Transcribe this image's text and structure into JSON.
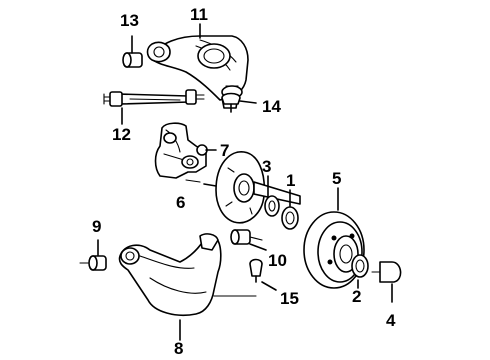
{
  "callouts": [
    {
      "key": "c1",
      "text": "1"
    },
    {
      "key": "c2",
      "text": "2"
    },
    {
      "key": "c3",
      "text": "3"
    },
    {
      "key": "c4",
      "text": "4"
    },
    {
      "key": "c5",
      "text": "5"
    },
    {
      "key": "c6",
      "text": "6"
    },
    {
      "key": "c7",
      "text": "7"
    },
    {
      "key": "c8",
      "text": "8"
    },
    {
      "key": "c9",
      "text": "9"
    },
    {
      "key": "c10",
      "text": "10"
    },
    {
      "key": "c11",
      "text": "11"
    },
    {
      "key": "c12",
      "text": "12"
    },
    {
      "key": "c13",
      "text": "13"
    },
    {
      "key": "c14",
      "text": "14"
    },
    {
      "key": "c15",
      "text": "15"
    }
  ],
  "labels": {
    "c1": "1",
    "c2": "2",
    "c3": "3",
    "c4": "4",
    "c5": "5",
    "c6": "6",
    "c7": "7",
    "c8": "8",
    "c9": "9",
    "c10": "10",
    "c11": "11",
    "c12": "12",
    "c13": "13",
    "c14": "14",
    "c15": "15"
  }
}
